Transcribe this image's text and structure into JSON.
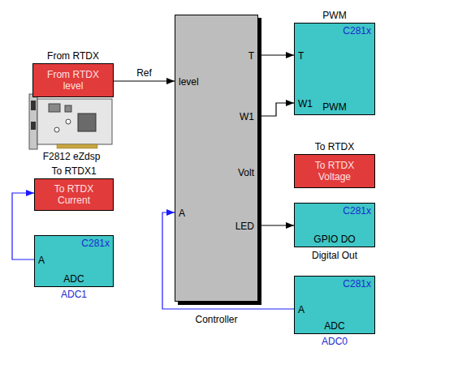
{
  "diagram": {
    "nodes": [
      {
        "text": [
          "From RTDX",
          "From RTDX level"
        ]
      },
      {
        "text": [
          "T",
          "level",
          "W1",
          "Volt",
          "A",
          "LED",
          "Controller"
        ]
      },
      {
        "text": [
          "PWM",
          "C281x",
          "T",
          "W1",
          "PWM"
        ]
      },
      {
        "text": [
          "To RTDX",
          "To RTDX Voltage"
        ]
      },
      {
        "text": [
          "C281x",
          "GPIO DO",
          "Digital Out"
        ]
      },
      {
        "text": [
          "To RTDX1",
          "To RTDX Current"
        ]
      },
      {
        "text": [
          "C281x",
          "A",
          "ADC",
          "ADC1"
        ]
      },
      {
        "text": [
          "C281x",
          "A",
          "ADC",
          "ADC0"
        ]
      }
    ],
    "edges": [
      {
        "from": 0,
        "to": 1,
        "label": "Ref",
        "arrow": "to"
      },
      {
        "from": 1,
        "to": 2,
        "arrow": "to"
      },
      {
        "from": 1,
        "to": 2,
        "arrow": "to"
      },
      {
        "from": 1,
        "to": 4,
        "arrow": "to"
      },
      {
        "from": 6,
        "to": 5,
        "arrow": "to"
      },
      {
        "from": 7,
        "to": 1,
        "arrow": "to"
      }
    ],
    "labels": [
      "F2812 eZdsp"
    ]
  }
}
